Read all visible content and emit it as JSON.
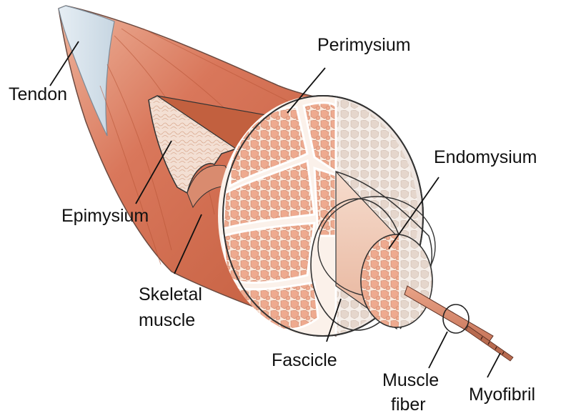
{
  "labels": {
    "perimysium": "Perimysium",
    "tendon": "Tendon",
    "endomysium": "Endomysium",
    "epimysium": "Epimysium",
    "skeletal_muscle_line1": "Skeletal",
    "skeletal_muscle_line2": "muscle",
    "fascicle": "Fascicle",
    "muscle_fiber_line1": "Muscle",
    "muscle_fiber_line2": "fiber",
    "myofibril": "Myofibril"
  },
  "colors": {
    "muscle_red": "#d9775b",
    "muscle_dark": "#b9502f",
    "tissue_pink": "#f2c2ad",
    "fiber_fill": "#eaa58c",
    "connective_white": "#fbf0e8",
    "tendon_blue": "#dbe7ef",
    "outline": "#333333"
  }
}
